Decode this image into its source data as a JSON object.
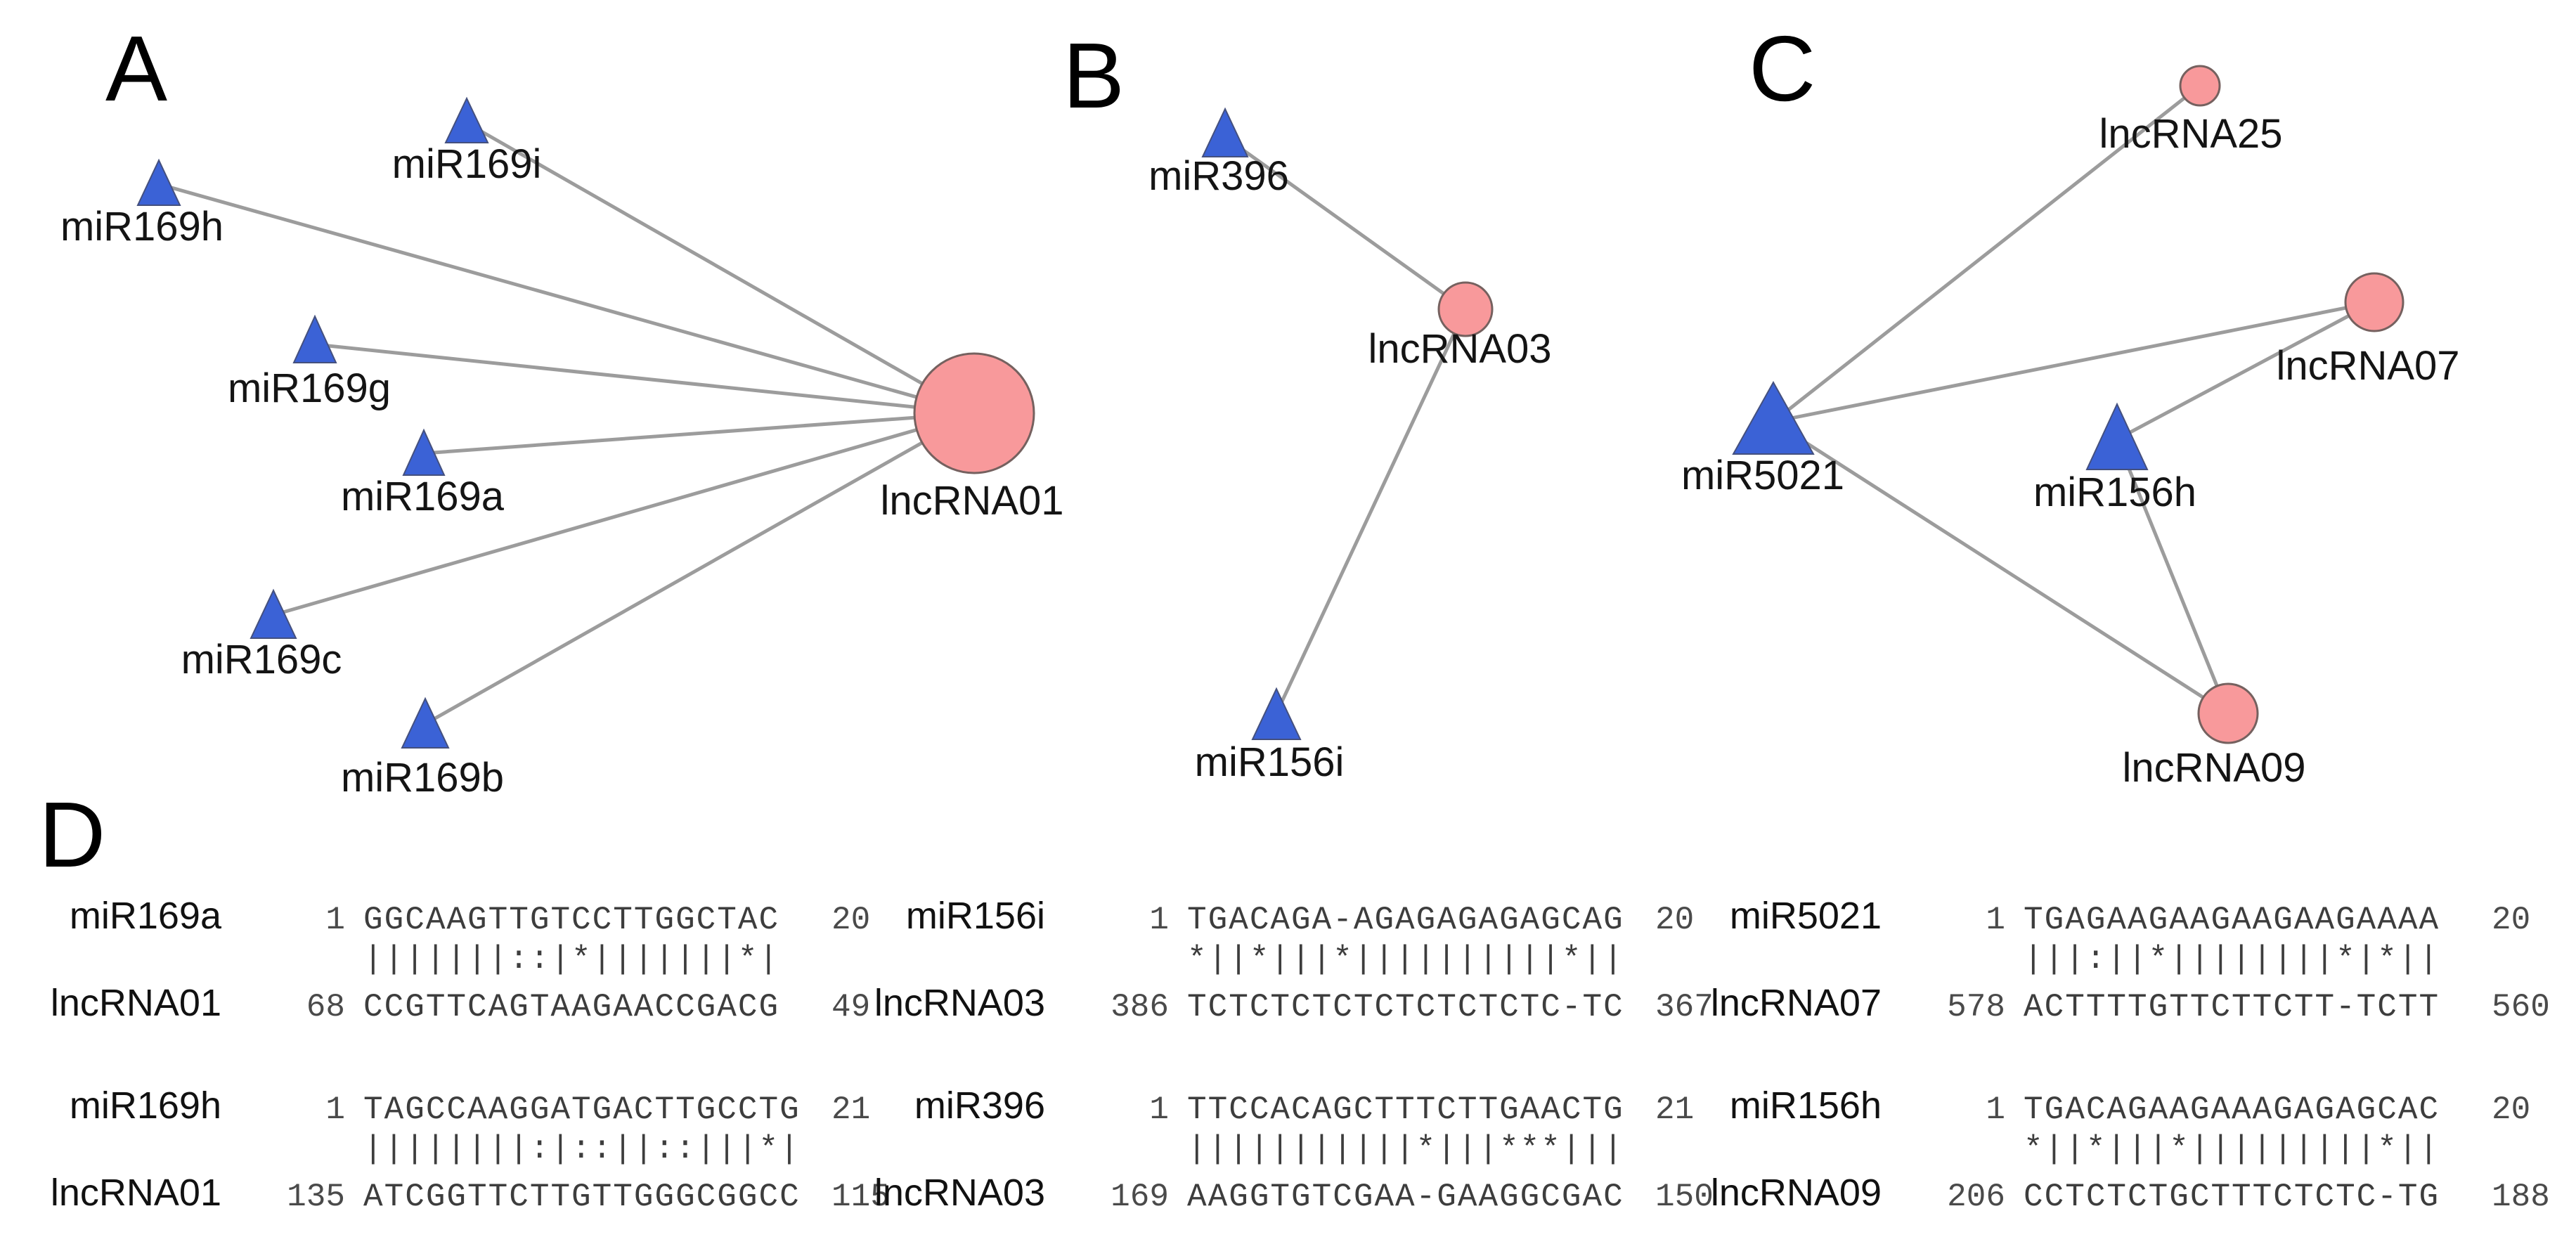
{
  "panels": {
    "a": "A",
    "b": "B",
    "c": "C",
    "d": "D"
  },
  "labels": {
    "miR169i": "miR169i",
    "miR169h": "miR169h",
    "miR169g": "miR169g",
    "miR169a": "miR169a",
    "miR169c": "miR169c",
    "miR169b": "miR169b",
    "lncRNA01": "lncRNA01",
    "miR396": "miR396",
    "lncRNA03": "lncRNA03",
    "miR156i": "miR156i",
    "miR5021": "miR5021",
    "miR156h": "miR156h",
    "lncRNA25": "lncRNA25",
    "lncRNA07": "lncRNA07",
    "lncRNA09": "lncRNA09"
  },
  "colors": {
    "mirna_triangle": "#3b62d6",
    "lncrna_circle": "#f8999b",
    "lncrna_circle_border": "#75615f",
    "edge": "#9c9c9c",
    "text": "#141414"
  },
  "alignments": [
    {
      "query": "miR169a",
      "query_start": "1",
      "query_seq": "GGCAAGTTGTCCTTGGCTAC",
      "query_end": "20",
      "match": "|||||||::|*|||||||*|",
      "target": "lncRNA01",
      "target_start": "68",
      "target_seq": "CCGTTCAGTAAGAACCGACG",
      "target_end": "49"
    },
    {
      "query": "miR156i",
      "query_start": "1",
      "query_seq": "TGACAGA-AGAGAGAGAGCAG",
      "query_end": "20",
      "match": "*||*|||*||||||||||*||",
      "target": "lncRNA03",
      "target_start": "386",
      "target_seq": "TCTCTCTCTCTCTCTCTC-TC",
      "target_end": "367"
    },
    {
      "query": "miR5021",
      "query_start": "1",
      "query_seq": "TGAGAAGAAGAAGAAGAAAA",
      "query_end": "20",
      "match": "|||:||*||||||||*|*||",
      "target": "lncRNA07",
      "target_start": "578",
      "target_seq": "ACTTTTGTTCTTCTT-TCTT",
      "target_end": "560"
    },
    {
      "query": "miR169h",
      "query_start": "1",
      "query_seq": "TAGCCAAGGATGACTTGCCTG",
      "query_end": "21",
      "match": "||||||||:|::||::|||*|",
      "target": "lncRNA01",
      "target_start": "135",
      "target_seq": "ATCGGTTCTTGTTGGGCGGCC",
      "target_end": "115"
    },
    {
      "query": "miR396",
      "query_start": "1",
      "query_seq": "TTCCACAGCTTTCTTGAACTG",
      "query_end": "21",
      "match": "|||||||||||*|||***|||",
      "target": "lncRNA03",
      "target_start": "169",
      "target_seq": "AAGGTGTCGAA-GAAGGCGAC",
      "target_end": "150"
    },
    {
      "query": "miR156h",
      "query_start": "1",
      "query_seq": "TGACAGAAGAAAGAGAGCAC",
      "query_end": "20",
      "match": "*||*|||*|||||||||*||",
      "target": "lncRNA09",
      "target_start": "206",
      "target_seq": "CCTCTCTGCTTTCTCTC-TG",
      "target_end": "188"
    }
  ],
  "chart_data": [
    {
      "type": "network",
      "panel": "A",
      "nodes": [
        {
          "id": "miR169i",
          "kind": "miRNA",
          "shape": "triangle"
        },
        {
          "id": "miR169h",
          "kind": "miRNA",
          "shape": "triangle"
        },
        {
          "id": "miR169g",
          "kind": "miRNA",
          "shape": "triangle"
        },
        {
          "id": "miR169a",
          "kind": "miRNA",
          "shape": "triangle"
        },
        {
          "id": "miR169c",
          "kind": "miRNA",
          "shape": "triangle"
        },
        {
          "id": "miR169b",
          "kind": "miRNA",
          "shape": "triangle"
        },
        {
          "id": "lncRNA01",
          "kind": "lncRNA",
          "shape": "circle",
          "size": "large"
        }
      ],
      "edges": [
        [
          "miR169i",
          "lncRNA01"
        ],
        [
          "miR169h",
          "lncRNA01"
        ],
        [
          "miR169g",
          "lncRNA01"
        ],
        [
          "miR169a",
          "lncRNA01"
        ],
        [
          "miR169c",
          "lncRNA01"
        ],
        [
          "miR169b",
          "lncRNA01"
        ]
      ]
    },
    {
      "type": "network",
      "panel": "B",
      "nodes": [
        {
          "id": "miR396",
          "kind": "miRNA",
          "shape": "triangle"
        },
        {
          "id": "lncRNA03",
          "kind": "lncRNA",
          "shape": "circle",
          "size": "small"
        },
        {
          "id": "miR156i",
          "kind": "miRNA",
          "shape": "triangle"
        }
      ],
      "edges": [
        [
          "miR396",
          "lncRNA03"
        ],
        [
          "miR156i",
          "lncRNA03"
        ]
      ]
    },
    {
      "type": "network",
      "panel": "C",
      "nodes": [
        {
          "id": "miR5021",
          "kind": "miRNA",
          "shape": "triangle",
          "size": "large"
        },
        {
          "id": "miR156h",
          "kind": "miRNA",
          "shape": "triangle"
        },
        {
          "id": "lncRNA25",
          "kind": "lncRNA",
          "shape": "circle",
          "size": "small"
        },
        {
          "id": "lncRNA07",
          "kind": "lncRNA",
          "shape": "circle",
          "size": "medium"
        },
        {
          "id": "lncRNA09",
          "kind": "lncRNA",
          "shape": "circle",
          "size": "medium"
        }
      ],
      "edges": [
        [
          "miR5021",
          "lncRNA25"
        ],
        [
          "miR5021",
          "lncRNA07"
        ],
        [
          "miR5021",
          "lncRNA09"
        ],
        [
          "miR156h",
          "lncRNA07"
        ],
        [
          "miR156h",
          "lncRNA09"
        ]
      ]
    },
    {
      "type": "table",
      "panel": "D",
      "columns": [
        "query",
        "query_start",
        "query_seq",
        "query_end",
        "match",
        "target",
        "target_start",
        "target_seq",
        "target_end"
      ],
      "rows": [
        [
          "miR169a",
          "1",
          "GGCAAGTTGTCCTTGGCTAC",
          "20",
          "|||||||::|*|||||||*|",
          "lncRNA01",
          "68",
          "CCGTTCAGTAAGAACCGACG",
          "49"
        ],
        [
          "miR156i",
          "1",
          "TGACAGA-AGAGAGAGAGCAG",
          "20",
          "*||*|||*||||||||||*||",
          "lncRNA03",
          "386",
          "TCTCTCTCTCTCTCTCTC-TC",
          "367"
        ],
        [
          "miR5021",
          "1",
          "TGAGAAGAAGAAGAAGAAAA",
          "20",
          "|||:||*||||||||*|*||",
          "lncRNA07",
          "578",
          "ACTTTTGTTCTTCTT-TCTT",
          "560"
        ],
        [
          "miR169h",
          "1",
          "TAGCCAAGGATGACTTGCCTG",
          "21",
          "||||||||:|::||::|||*|",
          "lncRNA01",
          "135",
          "ATCGGTTCTTGTTGGGCGGCC",
          "115"
        ],
        [
          "miR396",
          "1",
          "TTCCACAGCTTTCTTGAACTG",
          "21",
          "|||||||||||*|||***|||",
          "lncRNA03",
          "169",
          "AAGGTGTCGAA-GAAGGCGAC",
          "150"
        ],
        [
          "miR156h",
          "1",
          "TGACAGAAGAAAGAGAGCAC",
          "20",
          "*||*|||*|||||||||*||",
          "lncRNA09",
          "206",
          "CCTCTCTGCTTTCTCTC-TG",
          "188"
        ]
      ]
    }
  ]
}
